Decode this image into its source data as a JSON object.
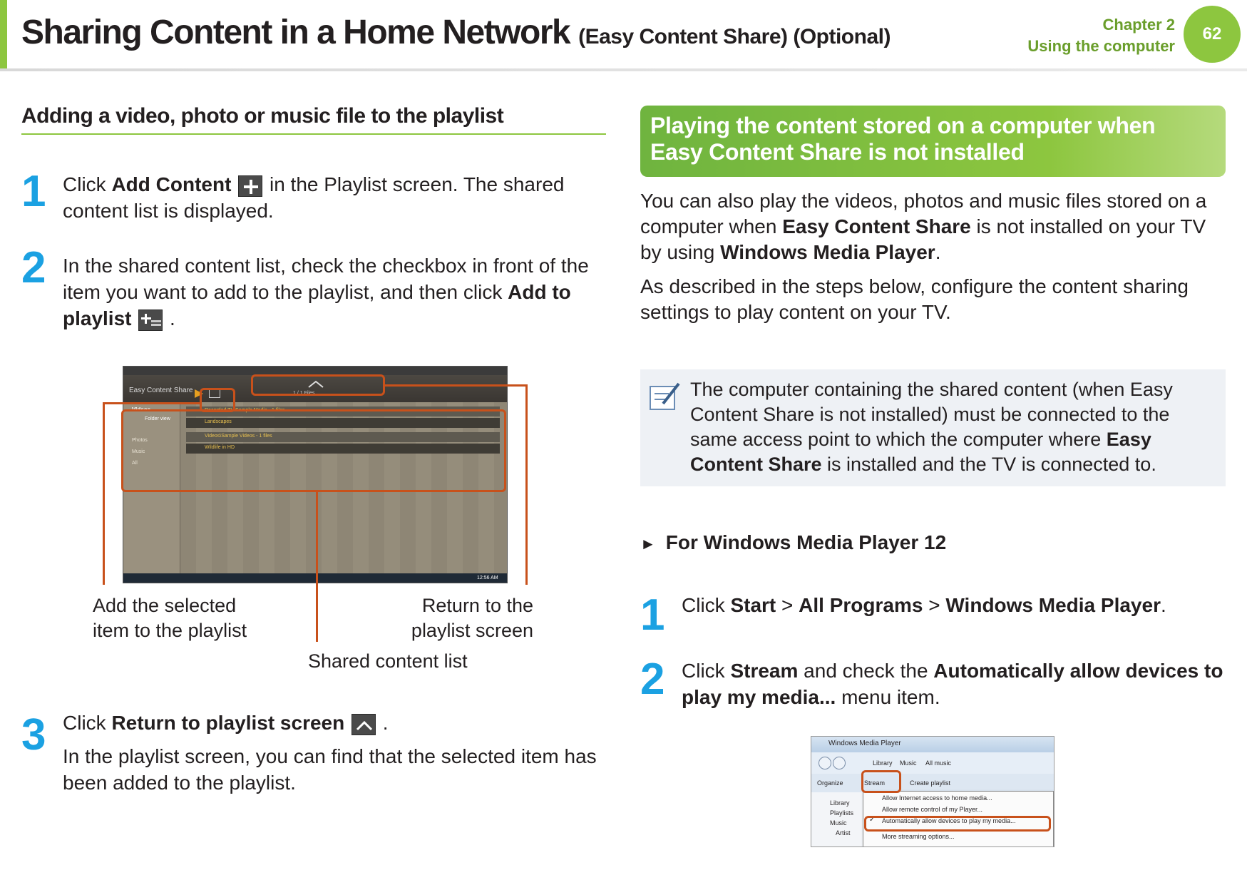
{
  "header": {
    "title": "Sharing Content in a Home Network",
    "title_suffix": "(Easy Content Share) (Optional)",
    "chapter": "Chapter 2",
    "chapter_name": "Using the computer",
    "page_number": "62"
  },
  "left": {
    "heading": "Adding a video, photo or music file to the playlist",
    "steps": [
      {
        "num": "1",
        "pre": "Click ",
        "bold": "Add Content",
        "post": " in the Playlist screen. The shared content list is displayed."
      },
      {
        "num": "2",
        "pre": "In the shared content list, check the checkbox in front of the item you want to add to the playlist, and then click ",
        "bold": "Add to playlist",
        "post": " ."
      },
      {
        "num": "3",
        "pre": "Click ",
        "bold": "Return to playlist screen",
        "post": " ."
      }
    ],
    "step3_detail": "In the playlist screen, you can find that the selected item has been added to the playlist.",
    "captions": {
      "add_selected_1": "Add the selected",
      "add_selected_2": "item to the playlist",
      "return_1": "Return to the",
      "return_2": "playlist screen",
      "shared_list": "Shared content list"
    },
    "screenshot": {
      "app_name": "Easy Content Share",
      "sidebar_videos": "Videos",
      "sidebar_folder_view": "Folder view",
      "sidebar_photos": "Photos",
      "sidebar_music": "Music",
      "sidebar_all": "All",
      "row1": "Recorded TV\\Sample Media - 1 files",
      "row2": "Landscapes",
      "row3": "Videos\\Sample Videos - 1 files",
      "row4": "Wildlife in HD",
      "counter": "1 / 1 Files",
      "clock": "12:56 AM"
    }
  },
  "right": {
    "banner": "Playing the content stored on a computer when Easy Content Share is not installed",
    "para1": {
      "a": "You can also play the videos, photos and music files stored on a computer when ",
      "b1": "Easy Content Share",
      "c": " is not installed on your TV by using ",
      "b2": "Windows Media Player",
      "d": "."
    },
    "para2": "As described in the steps below, configure the content sharing settings to play content on your TV.",
    "note": {
      "a": "The computer containing the shared content (when Easy Content Share is not installed) must be connected to the same access point to which the computer where ",
      "b": "Easy Content Share",
      "c": " is installed and the TV is connected to."
    },
    "wmp_heading": "For Windows Media Player 12",
    "steps": [
      {
        "num": "1",
        "pre": "Click ",
        "b1": "Start",
        "s1": " > ",
        "b2": "All Programs",
        "s2": " > ",
        "b3": "Windows Media Player",
        "post": "."
      },
      {
        "num": "2",
        "pre": "Click ",
        "b1": "Stream",
        "mid": " and check the ",
        "b2": "Automatically allow devices to play my media...",
        "post": " menu item."
      }
    ],
    "screenshot": {
      "title": "Windows Media Player",
      "breadcrumb": [
        "Library",
        "Music",
        "All music"
      ],
      "organize": "Organize",
      "stream": "Stream",
      "create_playlist": "Create playlist",
      "menu": [
        "Allow Internet access to home media...",
        "Allow remote control of my Player...",
        "Automatically allow devices to play my media...",
        "More streaming options..."
      ],
      "nav": [
        "Library",
        "Playlists",
        "Music",
        "Artist"
      ]
    }
  },
  "colors": {
    "accent_green": "#8dc63f",
    "step_blue": "#1ba1e2",
    "callout_orange": "#c8511b"
  }
}
